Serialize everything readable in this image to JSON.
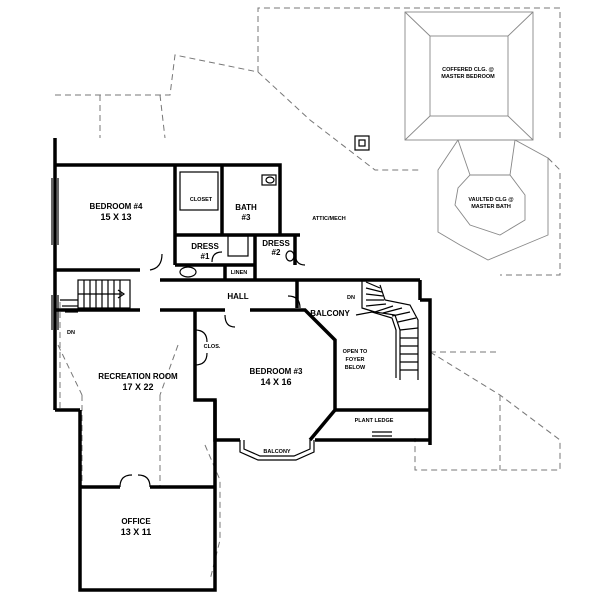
{
  "rooms": {
    "bedroom4": {
      "name": "BEDROOM #4",
      "size": "15 X 13"
    },
    "closet": "CLOSET",
    "bath3": {
      "name": "BATH",
      "num": "#3"
    },
    "dress1": {
      "name": "DRESS",
      "num": "#1"
    },
    "linen": "LINEN",
    "dress2": {
      "name": "DRESS",
      "num": "#2"
    },
    "attic": "ATTIC/MECH",
    "hall": "HALL",
    "balcony_upper": "BALCONY",
    "recreation": {
      "name": "RECREATION ROOM",
      "size": "17 X 22"
    },
    "clos": "CLOS.",
    "bedroom3": {
      "name": "BEDROOM #3",
      "size": "14 X 16"
    },
    "open_to_foyer": {
      "l1": "OPEN TO",
      "l2": "FOYER",
      "l3": "BELOW"
    },
    "plant_ledge": "PLANT LEDGE",
    "balcony_lower": "BALCONY",
    "office": {
      "name": "OFFICE",
      "size": "13 X 11"
    },
    "dn_left": "DN",
    "dn_right": "DN"
  },
  "roof_notes": {
    "coffered": {
      "l1": "COFFERED CLG. @",
      "l2": "MASTER BEDROOM"
    },
    "vaulted": {
      "l1": "VAULTED CLG @",
      "l2": "MASTER BATH"
    }
  }
}
